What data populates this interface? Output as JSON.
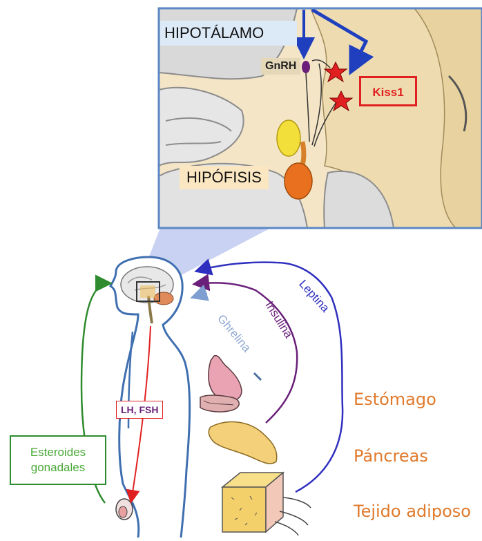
{
  "inset": {
    "hypothalamus_label": "HIPOTÁLAMO",
    "gnrh_label": "GnRH",
    "kiss1_label": "Kiss1",
    "pituitary_label": "HIPÓFISIS"
  },
  "body": {
    "lh_fsh_label": "LH, FSH",
    "steroids_label_line1": "Esteroides",
    "steroids_label_line2": "gonadales"
  },
  "hormones": {
    "leptin": "Leptina",
    "insulin": "Insulina",
    "ghrelin": "Ghrelina"
  },
  "organs": {
    "stomach": "Estómago",
    "pancreas": "Páncreas",
    "adipose": "Tejido adiposo"
  },
  "colors": {
    "leptin": "#2f2fbf",
    "insulin": "#6a1f7a",
    "ghrelin": "#7f9fd0",
    "lh_fsh": "#e02020",
    "steroids": "#2e8b2e",
    "organ_text": "#e07a2c",
    "kiss1": "#e02020",
    "body_outline": "#3f6fb0"
  }
}
